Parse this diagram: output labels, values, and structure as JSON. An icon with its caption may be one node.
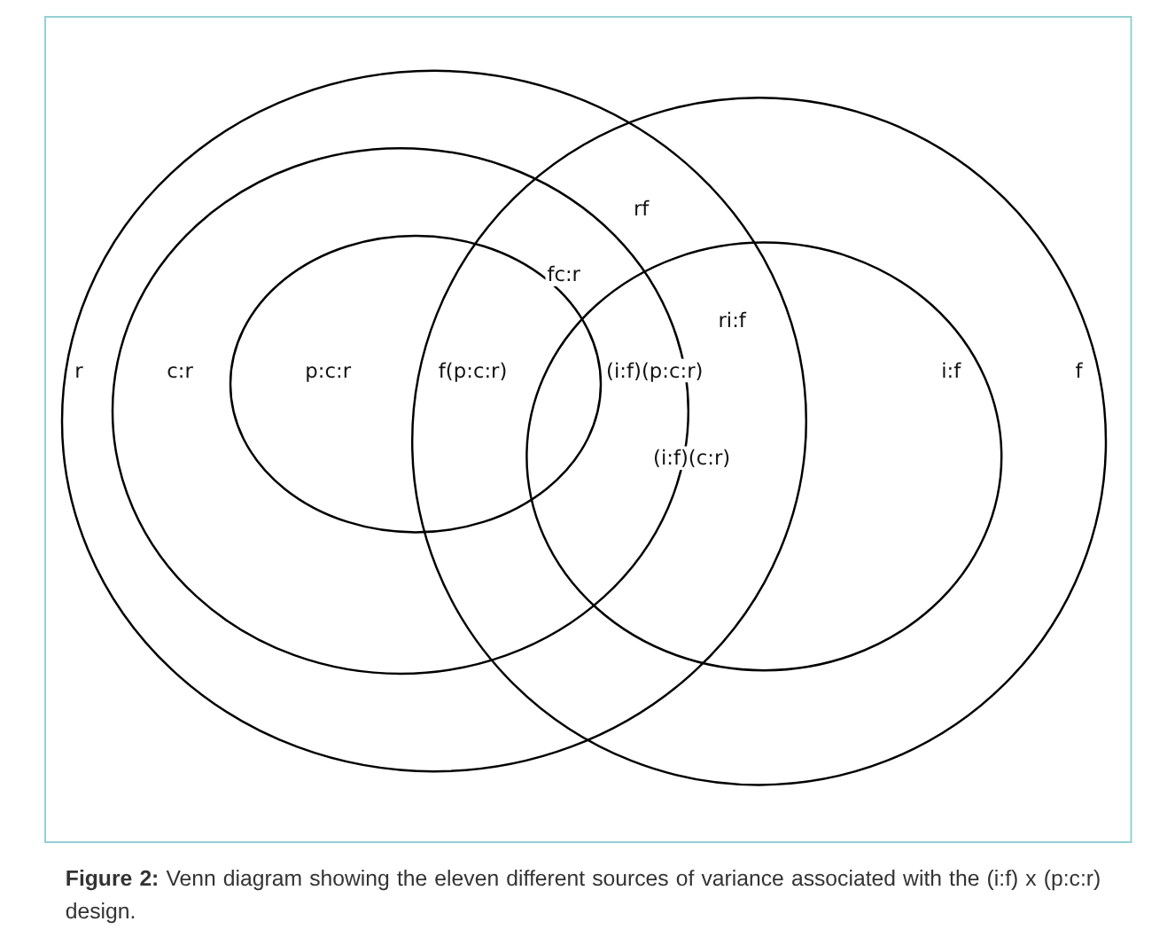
{
  "diagram": {
    "caption": "**Figure 2:** Venn diagram showing the eleven different sources of variance associated with the (i:f) x (p:c:r) design.",
    "labels": [
      "rf",
      "fc:r",
      "ri:f",
      "r",
      "c:r",
      "p:c:r",
      "f(p:c:r)",
      "(i:f)(p:c:r)",
      "i:f",
      "f",
      "(i:f)(c:r)"
    ]
  }
}
